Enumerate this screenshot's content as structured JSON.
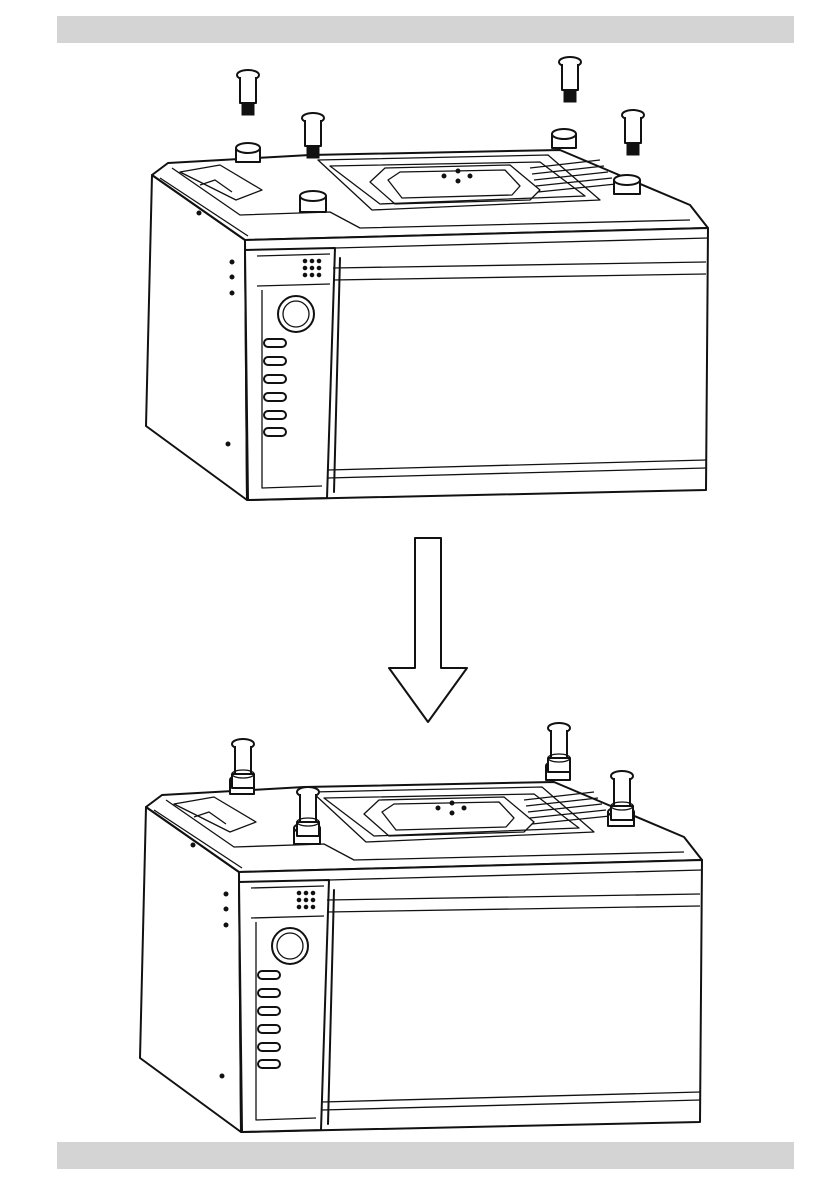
{
  "page": {
    "header_bar_color": "#d4d4d4",
    "footer_bar_color": "#d4d4d4",
    "line_color": "#111111"
  },
  "figures": [
    {
      "state": "before",
      "feet": "removed"
    },
    {
      "state": "after",
      "feet": "installed"
    }
  ],
  "arrow": {
    "direction": "down"
  }
}
